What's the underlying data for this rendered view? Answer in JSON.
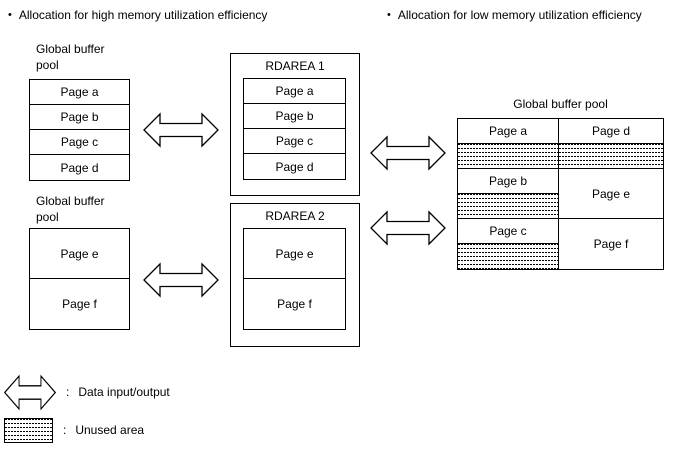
{
  "glyphs": {
    "bullet": "•",
    "colon": ":"
  },
  "sections": {
    "high": {
      "title": "Allocation for high memory utilization efficiency",
      "pool1": {
        "label": "Global buffer\npool",
        "rows": [
          "Page a",
          "Page b",
          "Page c",
          "Page d"
        ]
      },
      "rdarea1": {
        "title": "RDAREA 1",
        "rows": [
          "Page a",
          "Page b",
          "Page c",
          "Page d"
        ]
      },
      "pool2": {
        "label": "Global buffer\npool",
        "rows": [
          "Page e",
          "Page f"
        ]
      },
      "rdarea2": {
        "title": "RDAREA 2",
        "rows": [
          "Page e",
          "Page f"
        ]
      }
    },
    "low": {
      "title": "Allocation for low memory utilization efficiency",
      "pool": {
        "title": "Global buffer pool",
        "grid": {
          "columns": 2,
          "left_cells": [
            {
              "type": "page",
              "label": "Page a"
            },
            {
              "type": "unused"
            },
            {
              "type": "page",
              "label": "Page b"
            },
            {
              "type": "unused"
            },
            {
              "type": "page",
              "label": "Page c"
            },
            {
              "type": "unused"
            }
          ],
          "right_cells": [
            {
              "type": "page",
              "label": "Page d"
            },
            {
              "type": "unused"
            },
            {
              "type": "page",
              "label": "Page e",
              "row_span": 2
            },
            {
              "type": "page",
              "label": "Page f",
              "row_span": 2
            }
          ]
        }
      }
    }
  },
  "legend": {
    "items": [
      {
        "icon": "double-arrow-icon",
        "label": "Data input/output"
      },
      {
        "icon": "unused-area-swatch",
        "label": "Unused area"
      }
    ]
  },
  "colors": {
    "line": "#000000",
    "background": "#ffffff"
  }
}
